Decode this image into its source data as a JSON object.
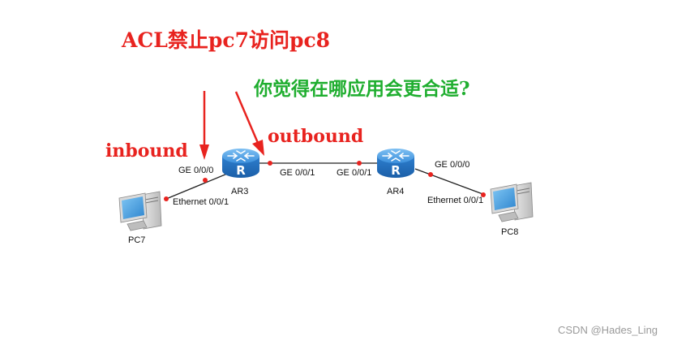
{
  "title": "ACL禁止pc7访问pc8",
  "question": "你觉得在哪应用会更合适?",
  "annotations": {
    "inbound": "inbound",
    "outbound": "outbound"
  },
  "devices": {
    "ar3": {
      "name": "AR3",
      "icon": "router-icon"
    },
    "ar4": {
      "name": "AR4",
      "icon": "router-icon"
    },
    "pc7": {
      "name": "PC7",
      "icon": "pc-icon"
    },
    "pc8": {
      "name": "PC8",
      "icon": "pc-icon"
    }
  },
  "ports": {
    "ar3_ge000": "GE 0/0/0",
    "ar3_ge001": "GE 0/0/1",
    "ar4_ge001": "GE 0/0/1",
    "ar4_ge000": "GE 0/0/0",
    "pc7_eth": "Ethernet 0/0/1",
    "pc8_eth": "Ethernet 0/0/1"
  },
  "colors": {
    "accent_red": "#e8231f",
    "accent_green": "#1fae2f",
    "router_blue": "#2d7fd1",
    "link": "#222222"
  },
  "watermark": "CSDN @Hades_Ling"
}
